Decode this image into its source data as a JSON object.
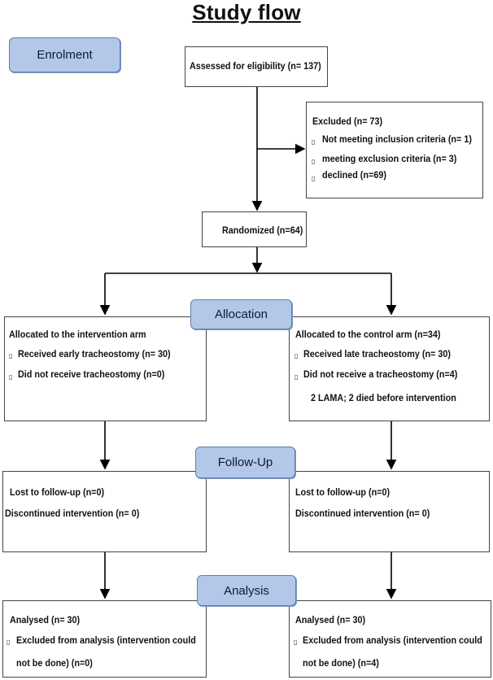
{
  "title": "Study flow",
  "stages": {
    "enrolment": "Enrolment",
    "allocation": "Allocation",
    "follow_up": "Follow-Up",
    "analysis": "Analysis"
  },
  "assessed": "Assessed for eligibility (n= 137)",
  "excluded": {
    "title": "Excluded (n= 73)",
    "items": [
      "Not meeting inclusion criteria (n= 1)",
      "meeting exclusion criteria (n= 3)",
      "declined (n=69)"
    ]
  },
  "randomized": "Randomized (n=64)",
  "intervention_arm": {
    "title": "Allocated to the intervention arm",
    "items": [
      "Received early tracheostomy (n= 30)",
      "Did not receive tracheostomy (n=0)"
    ],
    "followup": [
      "Lost to follow-up (n=0)",
      "Discontinued intervention (n= 0)"
    ],
    "analysis": [
      "Analysed (n= 30)",
      "Excluded from analysis (intervention could",
      "not be done) (n=0)"
    ]
  },
  "control_arm": {
    "title": "Allocated to the control arm (n=34)",
    "items": [
      "Received late tracheostomy (n= 30)",
      "Did not receive a tracheostomy (n=4)"
    ],
    "note": "2 LAMA; 2 died before intervention",
    "followup": [
      "Lost to follow-up (n=0)",
      "Discontinued intervention (n= 0)"
    ],
    "analysis": [
      "Analysed (n= 30)",
      "Excluded from analysis (intervention could",
      "not be done) (n=4)"
    ]
  },
  "bullet_glyph": "▯"
}
